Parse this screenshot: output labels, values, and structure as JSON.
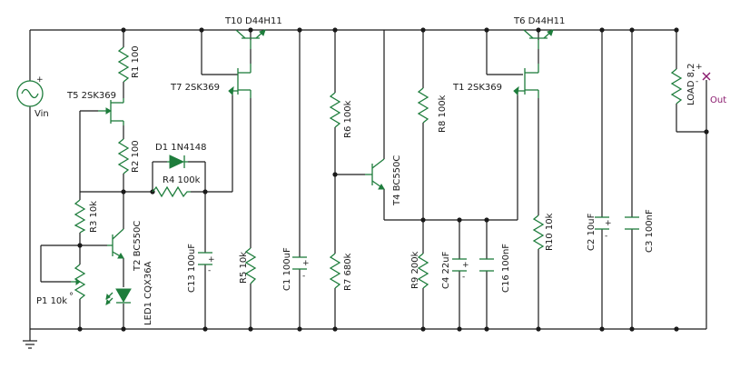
{
  "components": {
    "vin": "Vin",
    "r1": "R1 100",
    "r2": "R2 100",
    "r3": "R3 10k",
    "r4": "R4 100k",
    "r5": "R5 10k",
    "r6": "R6 100k",
    "r7": "R7 680k",
    "r8": "R8 100k",
    "r9": "R9 200k",
    "r10": "R10 10k",
    "t1": "T1 2SK369",
    "t2": "T2 BC550C",
    "t4": "T4 BC550C",
    "t5": "T5 2SK369",
    "t6": "T6 D44H11",
    "t7": "T7 2SK369",
    "t10": "T10 D44H11",
    "d1": "D1 1N4148",
    "led1": "LED1 CQX36A",
    "p1": "P1 10k",
    "c1": "C1 100uF",
    "c2": "C2 10uF",
    "c3": "C3 100nF",
    "c4": "C4 22uF",
    "c13": "C13 100uF",
    "c16": "C16 100nF",
    "load": "LOAD 8,2",
    "out": "Out"
  },
  "symbols": {
    "plus": "+",
    "minus": "-",
    "wiper_mark": "°"
  },
  "colors": {
    "wire": "#1a1a1a",
    "component": "#1e7d3c",
    "output_marker": "#8a1a6e",
    "background": "#ffffff"
  }
}
